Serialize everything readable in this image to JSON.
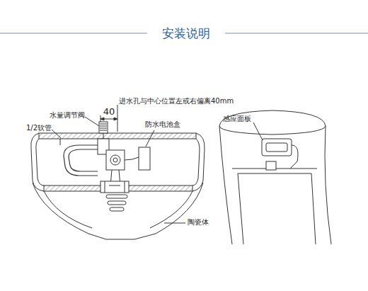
{
  "diagram": {
    "title": "安装说明",
    "labels": [
      "进水孔与中心位置左或右偏离40mm",
      "40",
      "水量调节阀",
      "1/2软管",
      "防水电池盒",
      "感应面板",
      "陶瓷体"
    ]
  }
}
